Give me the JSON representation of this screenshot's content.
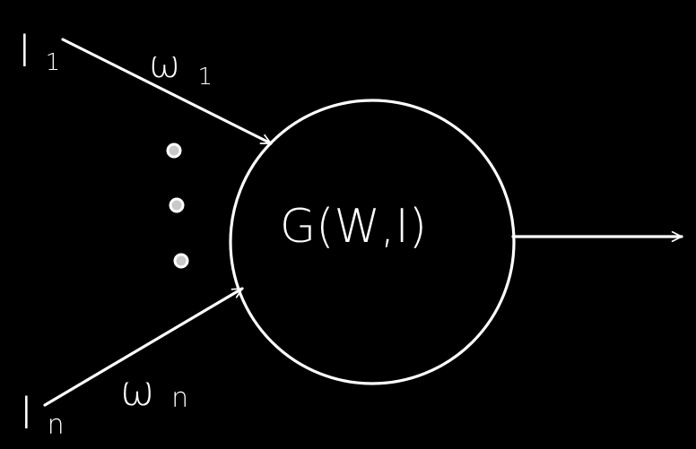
{
  "diagram": {
    "neuron_label": "G(W,I)",
    "inputs": [
      {
        "label": "I",
        "subscript": "1"
      },
      {
        "label": "I",
        "subscript": "n"
      }
    ],
    "weights": [
      {
        "label": "ω",
        "subscript": "1"
      },
      {
        "label": "ω",
        "subscript": "n"
      }
    ],
    "colors": {
      "background": "#000000",
      "stroke": "#ffffff",
      "dot_fill": "#c8c8c8"
    }
  }
}
